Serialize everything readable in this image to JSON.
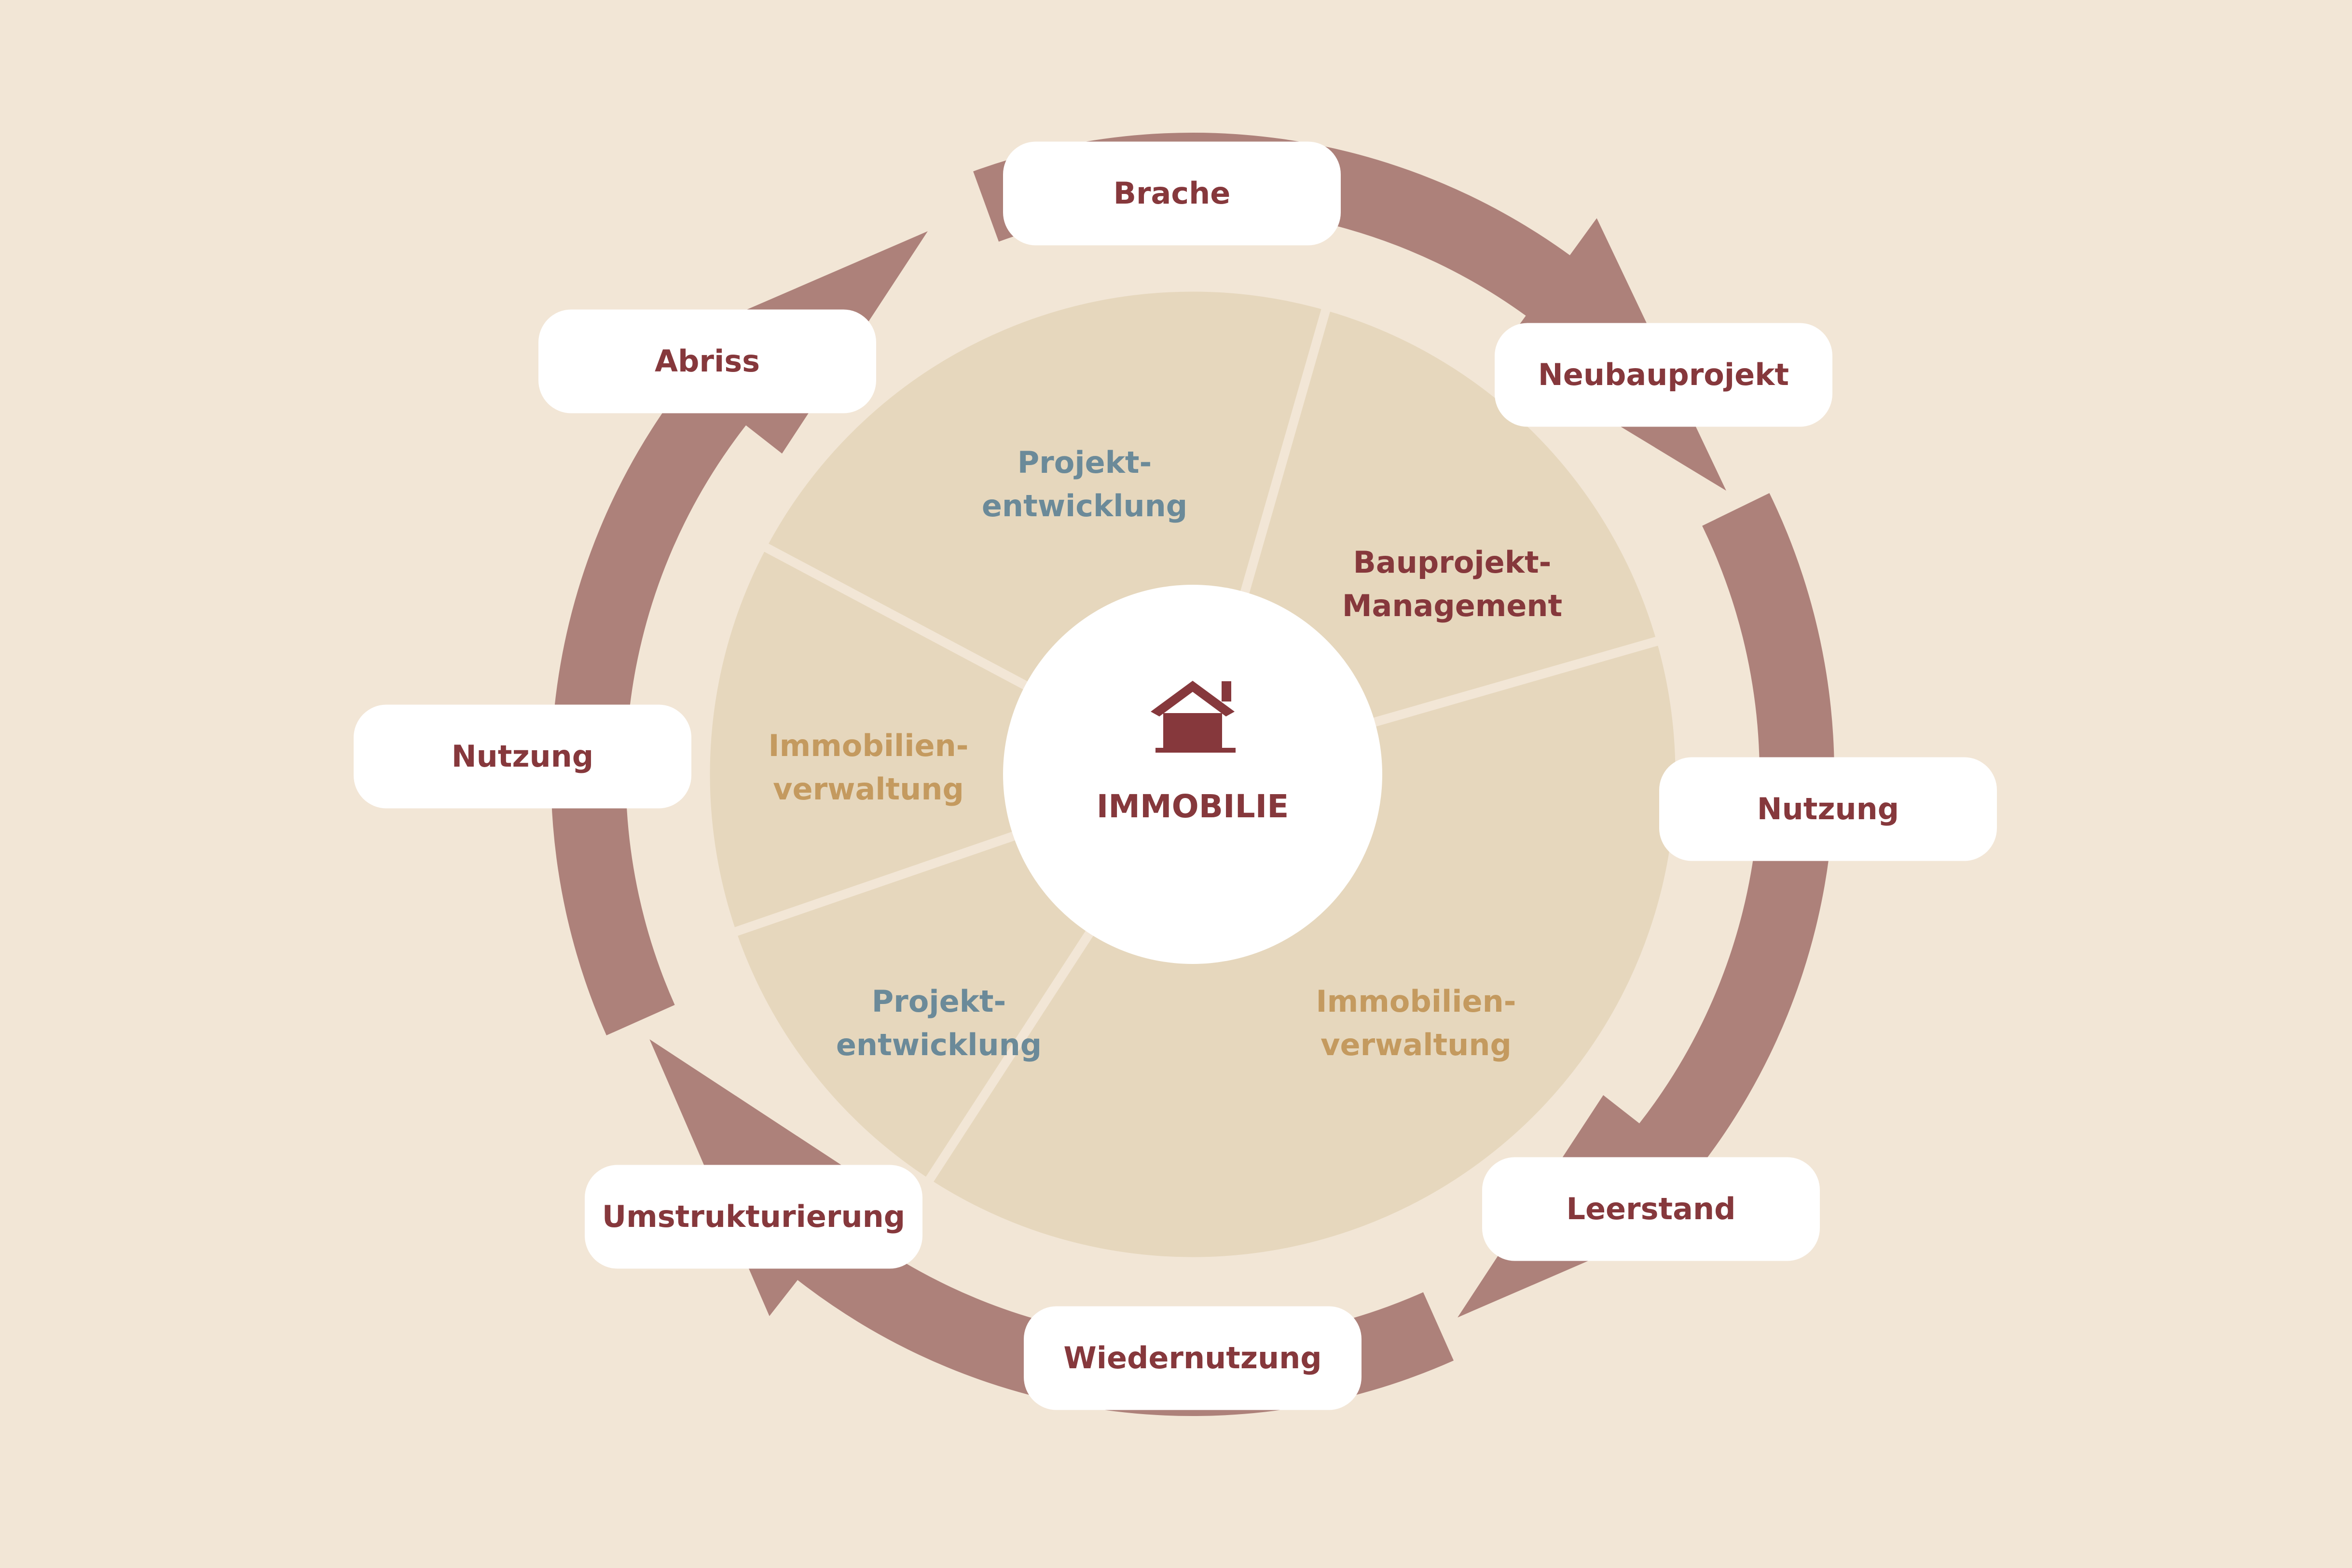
{
  "center": {
    "label": "IMMOBILIE",
    "icon": "house-icon"
  },
  "segments": [
    {
      "id": "projektentwicklung-top",
      "lines": [
        "Projekt-",
        "entwicklung"
      ],
      "color": "#6b8a99"
    },
    {
      "id": "bauprojekt-management",
      "lines": [
        "Bauprojekt-",
        "Management"
      ],
      "color": "#86383c"
    },
    {
      "id": "immobilienverwaltung-bottom",
      "lines": [
        "Immobilien-",
        "verwaltung"
      ],
      "color": "#c49a5f"
    },
    {
      "id": "projektentwicklung-bottom",
      "lines": [
        "Projekt-",
        "entwicklung"
      ],
      "color": "#6b8a99"
    },
    {
      "id": "immobilienverwaltung-left",
      "lines": [
        "Immobilien-",
        "verwaltung"
      ],
      "color": "#c49a5f"
    }
  ],
  "cycle_stages": [
    {
      "id": "brache",
      "label": "Brache"
    },
    {
      "id": "neubauprojekt",
      "label": "Neubauprojekt"
    },
    {
      "id": "nutzung-right",
      "label": "Nutzung"
    },
    {
      "id": "leerstand",
      "label": "Leerstand"
    },
    {
      "id": "wiedernutzung",
      "label": "Wiedernutzung"
    },
    {
      "id": "umstrukturierung",
      "label": "Umstrukturierung"
    },
    {
      "id": "nutzung-left",
      "label": "Nutzung"
    },
    {
      "id": "abriss",
      "label": "Abriss"
    }
  ],
  "colors": {
    "background": "#f2e6d6",
    "ring": "#ad817a",
    "segment_fill": "#e6d7bd",
    "label_dark_red": "#86383c",
    "label_blue": "#6b8a99",
    "label_gold": "#c49a5f",
    "box": "#ffffff"
  }
}
